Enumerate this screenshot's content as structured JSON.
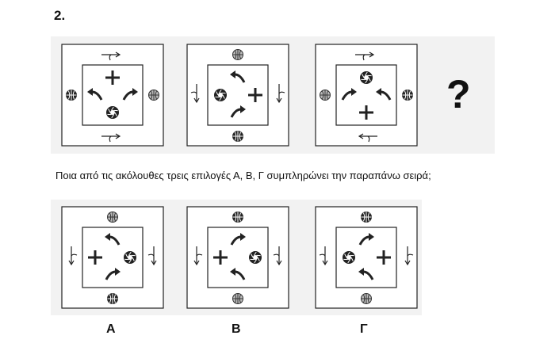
{
  "header": {
    "number": "2."
  },
  "question": "Ποια από τις ακόλουθες τρεις επιλογές Α, Β, Γ συμπληρώνει την παραπάνω σειρά;",
  "missing_mark": "?",
  "colors": {
    "line": "#222222",
    "band": "#f2f2f2",
    "ball_light": "#bbbbbb"
  },
  "sequence": [
    {
      "top": "hook-right",
      "bottom": "hook-right",
      "left": "ball-dark",
      "right": "ball-light",
      "inner": {
        "top": "plus",
        "left": "arrow-left",
        "right": "arrow-right",
        "bottom": "aperture"
      }
    },
    {
      "top": "ball-light",
      "bottom": "ball-dark",
      "left": "hook-left",
      "right": "hook-right",
      "inner": {
        "top": "arrow-left",
        "left": "aperture",
        "right": "plus",
        "bottom": "arrow-right"
      }
    },
    {
      "top": "hook-right",
      "bottom": "hook-left",
      "left": "ball-light",
      "right": "ball-dark",
      "inner": {
        "top": "aperture",
        "left": "arrow-right",
        "right": "arrow-left",
        "bottom": "plus"
      }
    }
  ],
  "options": [
    {
      "label": "Α",
      "top": "ball-light",
      "bottom": "ball-dark",
      "left": "hook-right",
      "right": "hook-left",
      "inner": {
        "top": "arrow-left",
        "left": "plus",
        "right": "aperture",
        "bottom": "arrow-right"
      }
    },
    {
      "label": "Β",
      "top": "ball-dark",
      "bottom": "ball-light",
      "left": "hook-right",
      "right": "hook-left",
      "inner": {
        "top": "arrow-right",
        "left": "plus",
        "right": "aperture",
        "bottom": "arrow-left"
      }
    },
    {
      "label": "Γ",
      "top": "ball-dark",
      "bottom": "ball-light",
      "left": "hook-left",
      "right": "hook-right",
      "inner": {
        "top": "arrow-right",
        "left": "aperture",
        "right": "plus",
        "bottom": "arrow-left"
      }
    }
  ]
}
